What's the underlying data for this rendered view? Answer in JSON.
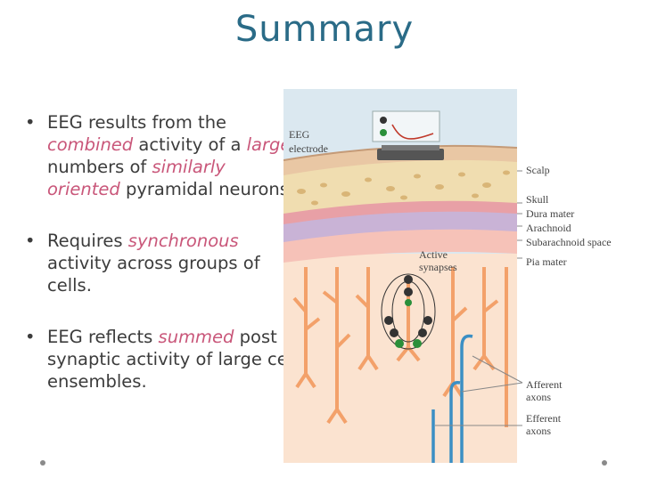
{
  "slide": {
    "title": "Summary",
    "bullets": [
      {
        "parts": [
          {
            "text": "EEG results from the ",
            "em": false
          },
          {
            "text": "combined",
            "em": true
          },
          {
            "text": " activity of a ",
            "em": false
          },
          {
            "text": "large",
            "em": true
          },
          {
            "text": " numbers of ",
            "em": false
          },
          {
            "text": "similarly oriented",
            "em": true
          },
          {
            "text": " pyramidal neurons.",
            "em": false
          }
        ]
      },
      {
        "parts": [
          {
            "text": "Requires ",
            "em": false
          },
          {
            "text": "synchronous",
            "em": true
          },
          {
            "text": " activity across groups of cells.",
            "em": false
          }
        ]
      },
      {
        "parts": [
          {
            "text": "EEG reflects ",
            "em": false
          },
          {
            "text": "summed",
            "em": true
          },
          {
            "text": " post synaptic activity of large cell ensembles.",
            "em": false
          }
        ]
      }
    ]
  },
  "figure": {
    "labels": {
      "eeg_electrode_1": "EEG",
      "eeg_electrode_2": "electrode",
      "scalp": "Scalp",
      "skull": "Skull",
      "dura": "Dura mater",
      "arachnoid": "Arachnoid",
      "subarachnoid": "Subarachnoid space",
      "pia": "Pia mater",
      "active_1": "Active",
      "active_2": "synapses",
      "afferent_1": "Afferent",
      "afferent_2": "axons",
      "efferent_1": "Efferent",
      "efferent_2": "axons"
    },
    "colors": {
      "title": "#2a6b87",
      "emphasis": "#c9577a",
      "scalp": "#e9c7a4",
      "skull": "#f0ddb0",
      "cortex": "#fbe3d0",
      "neuron": "#f3a16a",
      "axon": "#3b8fc4"
    }
  }
}
